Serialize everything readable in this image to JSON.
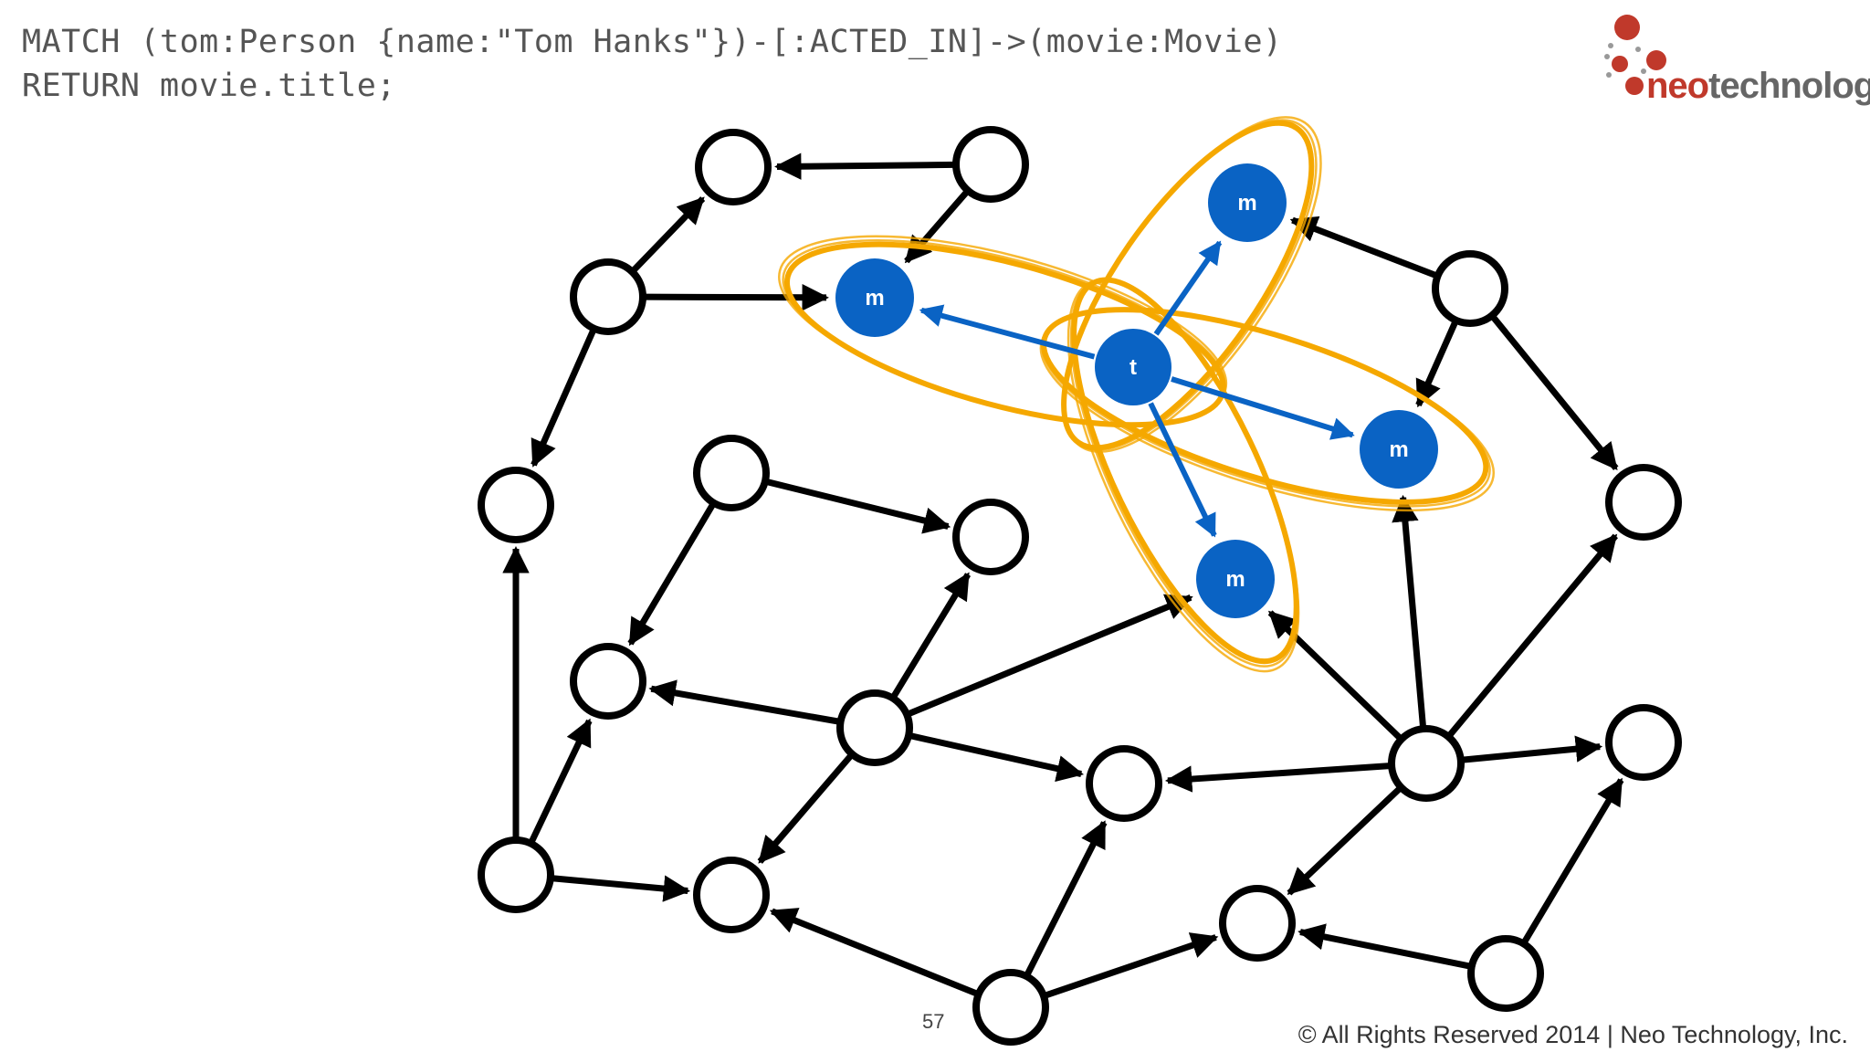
{
  "query": {
    "line1": "MATCH (tom:Person {name:\"Tom Hanks\"})-[:ACTED_IN]->(movie:Movie)",
    "line2": "RETURN movie.title;"
  },
  "logo": {
    "neo": "neo",
    "tech": "technology"
  },
  "colors": {
    "accent": "#0a63c4",
    "highlight": "#f5a800",
    "node_stroke": "#000000",
    "logo_red": "#c0392b"
  },
  "graph": {
    "center_label": "t",
    "movie_label": "m",
    "nodes": [
      {
        "id": "n1"
      },
      {
        "id": "n2"
      },
      {
        "id": "n3"
      },
      {
        "id": "n4"
      },
      {
        "id": "n5"
      },
      {
        "id": "n6"
      },
      {
        "id": "n7"
      },
      {
        "id": "n8"
      },
      {
        "id": "n9"
      },
      {
        "id": "n10"
      },
      {
        "id": "n11"
      },
      {
        "id": "n12"
      },
      {
        "id": "n13"
      },
      {
        "id": "n14"
      },
      {
        "id": "n15"
      },
      {
        "id": "n16"
      },
      {
        "id": "n17"
      },
      {
        "id": "n18"
      },
      {
        "id": "n19"
      },
      {
        "id": "t",
        "type": "tom"
      },
      {
        "id": "m1",
        "type": "movie"
      },
      {
        "id": "m2",
        "type": "movie"
      },
      {
        "id": "m3",
        "type": "movie"
      },
      {
        "id": "m4",
        "type": "movie"
      }
    ],
    "edges": [
      [
        "n2",
        "n1"
      ],
      [
        "n2",
        "m1"
      ],
      [
        "n3",
        "n1"
      ],
      [
        "n3",
        "m1"
      ],
      [
        "n3",
        "n4"
      ],
      [
        "n15",
        "m2"
      ],
      [
        "n15",
        "m3"
      ],
      [
        "n15",
        "n16"
      ],
      [
        "n11",
        "n4"
      ],
      [
        "n11",
        "n9"
      ],
      [
        "n11",
        "n12"
      ],
      [
        "n5",
        "n7"
      ],
      [
        "n5",
        "n6"
      ],
      [
        "n10",
        "n7"
      ],
      [
        "n10",
        "n8"
      ],
      [
        "n10",
        "m4"
      ],
      [
        "n10",
        "n13"
      ],
      [
        "n10",
        "n12"
      ],
      [
        "n14",
        "m3"
      ],
      [
        "n14",
        "m4"
      ],
      [
        "n14",
        "n16"
      ],
      [
        "n14",
        "n17"
      ],
      [
        "n14",
        "n18"
      ],
      [
        "n14",
        "n13"
      ],
      [
        "n19",
        "n12"
      ],
      [
        "n19",
        "n13"
      ],
      [
        "n19",
        "n9"
      ],
      [
        "n18",
        "n16"
      ],
      [
        "n18",
        "n17"
      ],
      [
        "n18",
        "n19"
      ]
    ],
    "acted_in": [
      "m1",
      "m2",
      "m3",
      "m4"
    ]
  },
  "slide": {
    "page_number": "57",
    "copyright": "© All Rights Reserved 2014 | Neo Technology, Inc."
  }
}
